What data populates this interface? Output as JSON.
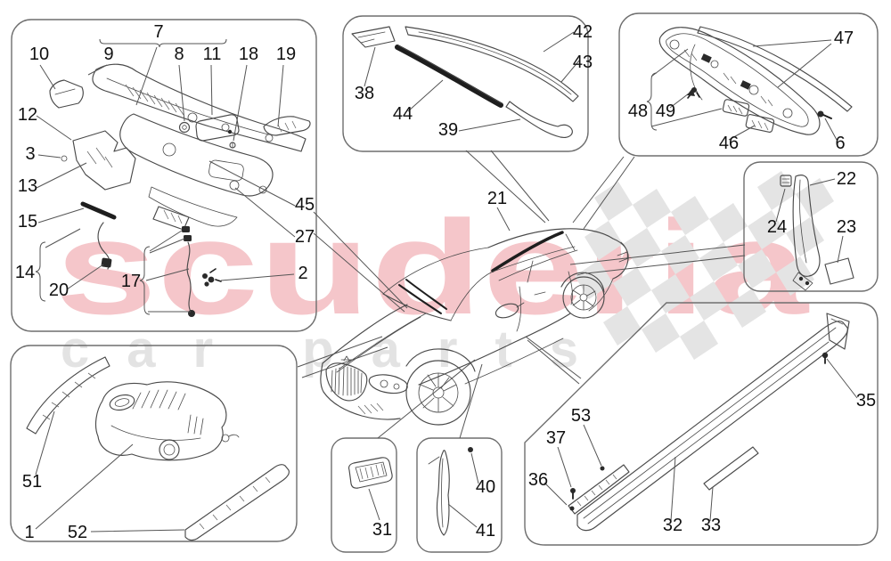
{
  "watermark": {
    "brand": "scuderia",
    "tagline": "car parts"
  },
  "colors": {
    "brand_watermark": "#f5c6ca",
    "tagline_watermark": "#e3e3e3",
    "checker": "#e4e4e4",
    "line": "#4a4a4a",
    "label": "#111111"
  },
  "labels": {
    "n1": "1",
    "n2": "2",
    "n3": "3",
    "n6": "6",
    "n7": "7",
    "n8": "8",
    "n9": "9",
    "n10": "10",
    "n11": "11",
    "n12": "12",
    "n13": "13",
    "n14": "14",
    "n15": "15",
    "n17": "17",
    "n18": "18",
    "n19": "19",
    "n20": "20",
    "n21": "21",
    "n22": "22",
    "n23": "23",
    "n24": "24",
    "n27": "27",
    "n31": "31",
    "n32": "32",
    "n33": "33",
    "n35": "35",
    "n36": "36",
    "n37": "37",
    "n38": "38",
    "n39": "39",
    "n40": "40",
    "n41": "41",
    "n42": "42",
    "n43": "43",
    "n44": "44",
    "n45": "45",
    "n46": "46",
    "n47": "47",
    "n48": "48",
    "n49": "49",
    "n51": "51",
    "n52": "52",
    "n53": "53"
  }
}
